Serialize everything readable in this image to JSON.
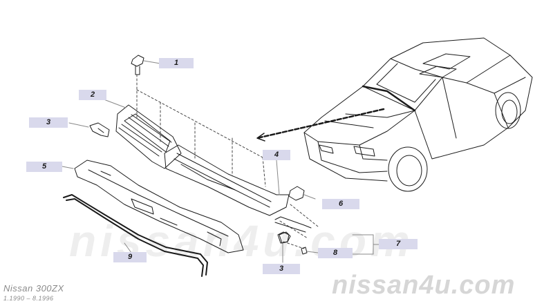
{
  "diagram": {
    "callouts": [
      {
        "id": "1",
        "label": "1"
      },
      {
        "id": "2",
        "label": "2"
      },
      {
        "id": "3a",
        "label": "3"
      },
      {
        "id": "4",
        "label": "4"
      },
      {
        "id": "5",
        "label": "5"
      },
      {
        "id": "6",
        "label": "6"
      },
      {
        "id": "7",
        "label": "7"
      },
      {
        "id": "8",
        "label": "8"
      },
      {
        "id": "9",
        "label": "9"
      },
      {
        "id": "3b",
        "label": "3"
      }
    ],
    "model_label": "Nissan 300ZX",
    "year_range": "1.1990 – 8.1996",
    "watermark_mid": "nissan4u.com",
    "watermark_bottom": "nissan4u.com"
  }
}
